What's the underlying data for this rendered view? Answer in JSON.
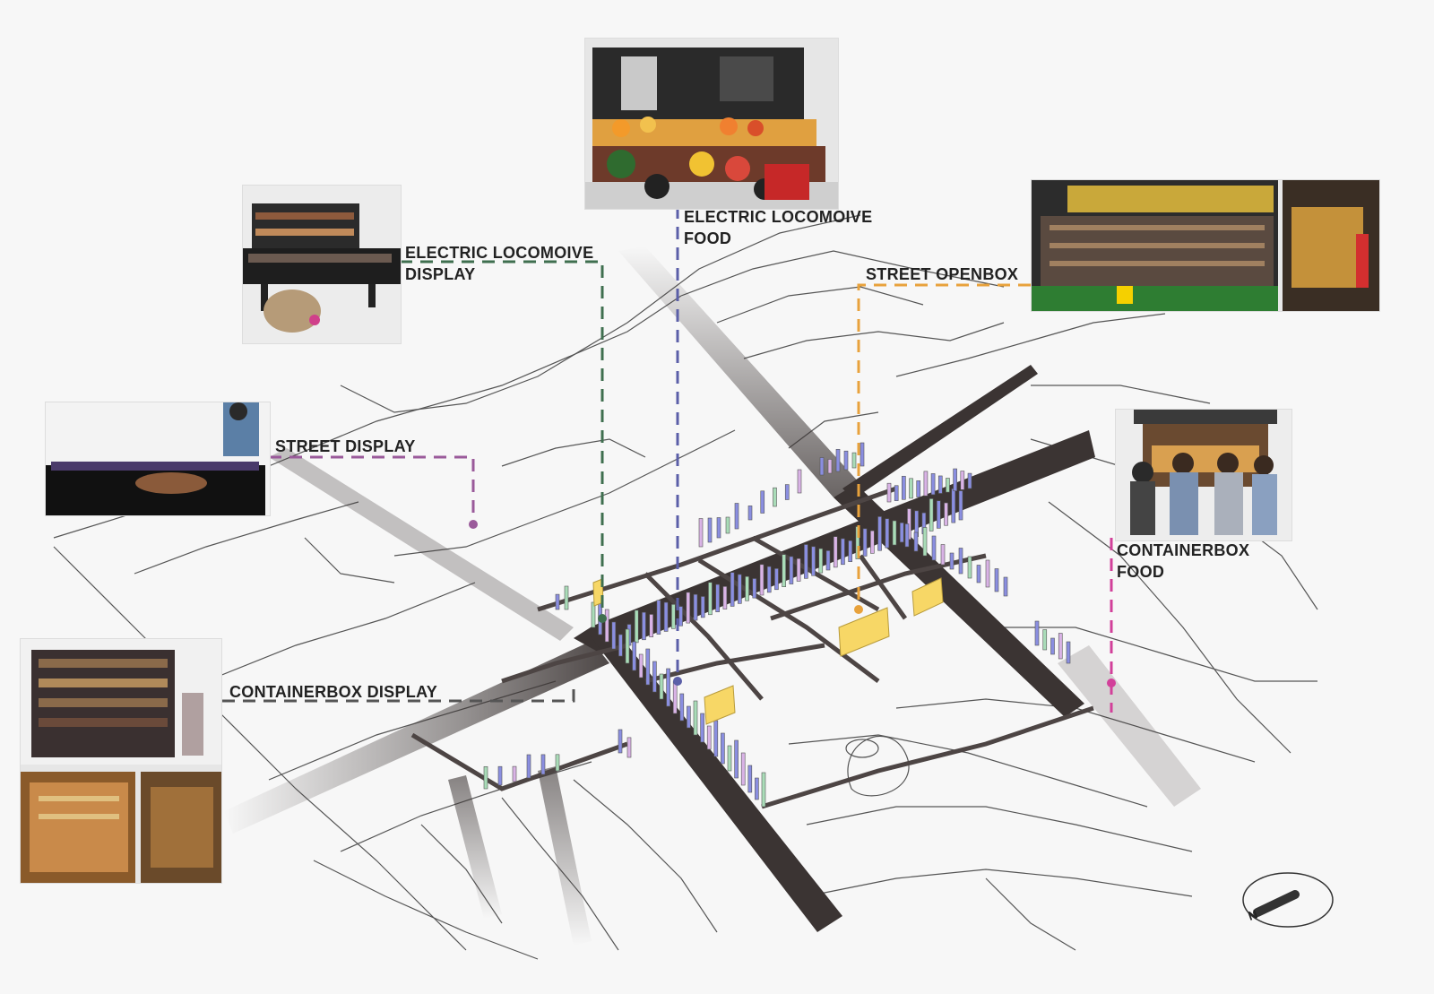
{
  "labels": {
    "em_display": [
      "ELECTRIC LOCOMOIVE",
      "DISPLAY"
    ],
    "em_food": [
      "ELECTRIC LOCOMOIVE",
      "FOOD"
    ],
    "street_openbox": "STREET OPENBOX",
    "street_display": "STREET DISPLAY",
    "containerbox_food": [
      "CONTAINERBOX",
      "FOOD"
    ],
    "containerbox_display": "CONTAINERBOX DISPLAY"
  },
  "compass": {
    "letter": "N"
  },
  "colors": {
    "em_display": "#3f6f4f",
    "em_food": "#5b5fa8",
    "street_openbox": "#e8a23c",
    "street_display": "#9a5a9a",
    "containerbox_food": "#d2409a",
    "containerbox_display": "#555555",
    "road": "#3b3433",
    "bar_blue": "#8a8ee0",
    "bar_green": "#a9dcb8",
    "bar_pink": "#d9b3e6",
    "bar_yellow": "#f7d766"
  }
}
